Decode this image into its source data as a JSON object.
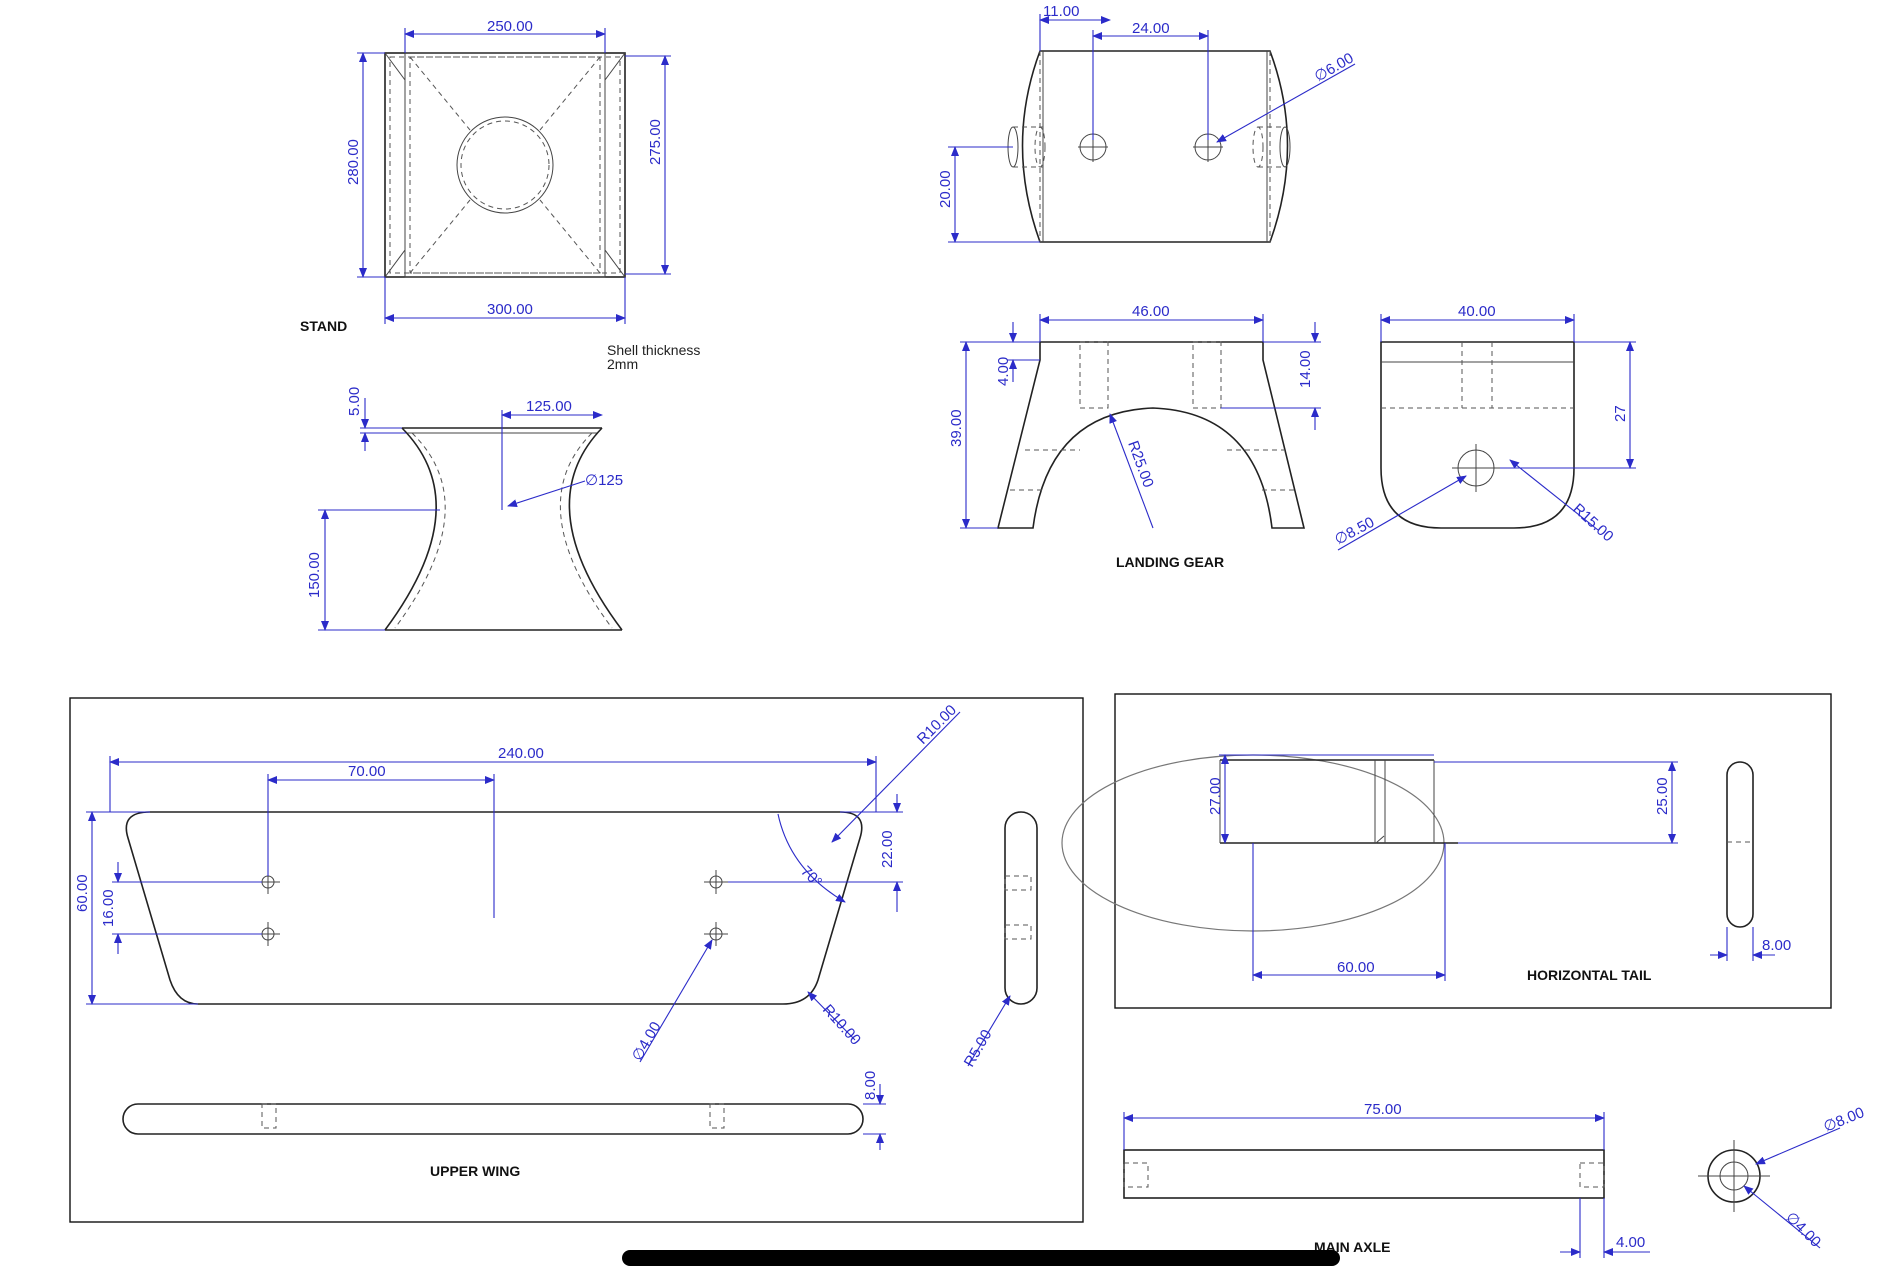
{
  "labels": {
    "stand": "STAND",
    "landing_gear": "LANDING GEAR",
    "upper_wing": "UPPER WING",
    "horizontal_tail": "HORIZONTAL TAIL",
    "main_axle": "MAIN AXLE"
  },
  "notes": {
    "shell_line1": "Shell thickness",
    "shell_line2": "2mm"
  },
  "dimensions": {
    "stand_top_width": "250.00",
    "stand_height_left": "280.00",
    "stand_height_right": "275.00",
    "stand_bottom_width": "300.00",
    "stand_lip": "5.00",
    "stand_radius_span": "125.00",
    "stand_diameter": "∅125",
    "stand_side_height": "150.00",
    "gear_top_offset": "11.00",
    "gear_hole_spacing": "24.00",
    "gear_hole_dia": "∅6.00",
    "gear_plan_height": "20.00",
    "gear_front_width": "46.00",
    "gear_lip": "4.00",
    "gear_front_height": "39.00",
    "gear_slot_depth": "14.00",
    "gear_arch_radius": "R25.00",
    "gear_side_width": "40.00",
    "gear_side_height": "27",
    "gear_axle_hole": "∅8.50",
    "gear_side_radius": "R15.00",
    "wing_span": "240.00",
    "wing_hole_offset": "70.00",
    "wing_tip_radius": "R10.00",
    "wing_tip_drop": "22.00",
    "wing_chord": "60.00",
    "wing_hole_spacing": "16.00",
    "wing_angle": "70°",
    "wing_hole_dia": "∅4.00",
    "wing_corner_radius": "R10.00",
    "wing_edge_radius": "R5.00",
    "wing_thickness": "8.00",
    "tail_height_left": "27.00",
    "tail_height_right": "25.00",
    "tail_half_width": "60.00",
    "tail_thickness": "8.00",
    "axle_length": "75.00",
    "axle_outer_dia": "∅8.00",
    "axle_inner_dia": "∅4.00",
    "axle_end": "4.00"
  }
}
